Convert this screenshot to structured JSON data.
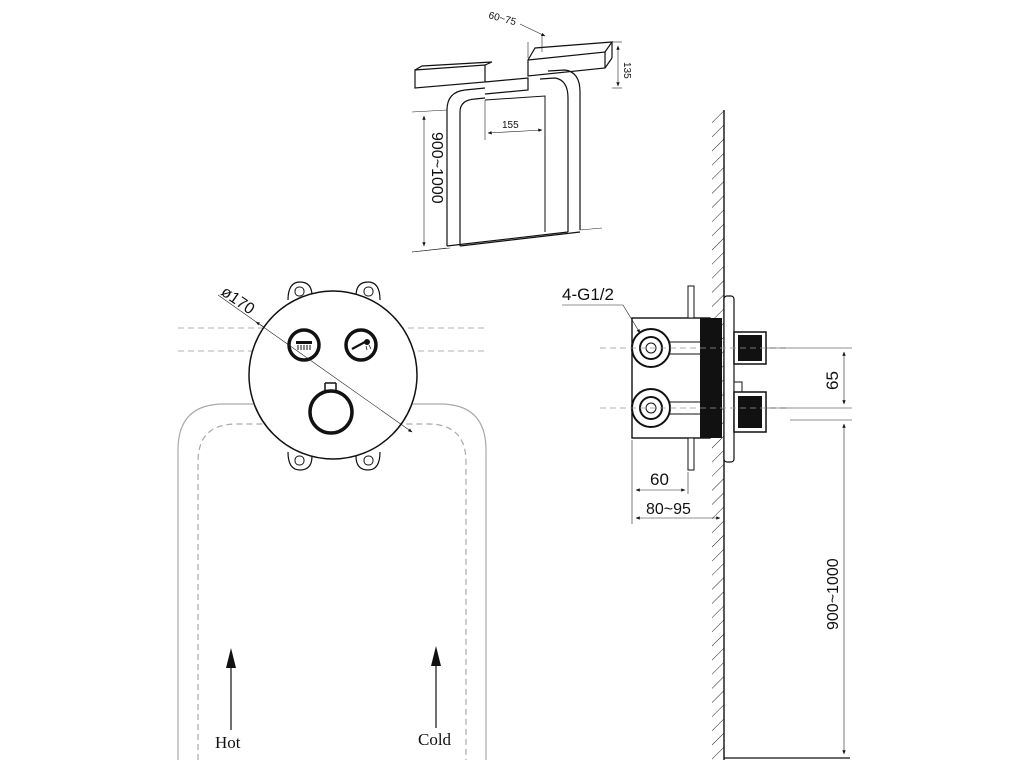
{
  "top_view": {
    "depth_range": "60~75",
    "width_small": "135",
    "spacing": "155",
    "height_range": "900~1000"
  },
  "front_view": {
    "diameter": "ø170",
    "hot_label": "Hot",
    "cold_label": "Cold",
    "icons": [
      "shower-icon",
      "hand-shower-icon"
    ]
  },
  "side_view": {
    "connection": "4-G1/2",
    "outlet_spacing": "65",
    "depth": "60",
    "wall_depth_range": "80~95",
    "height_range": "900~1000"
  }
}
